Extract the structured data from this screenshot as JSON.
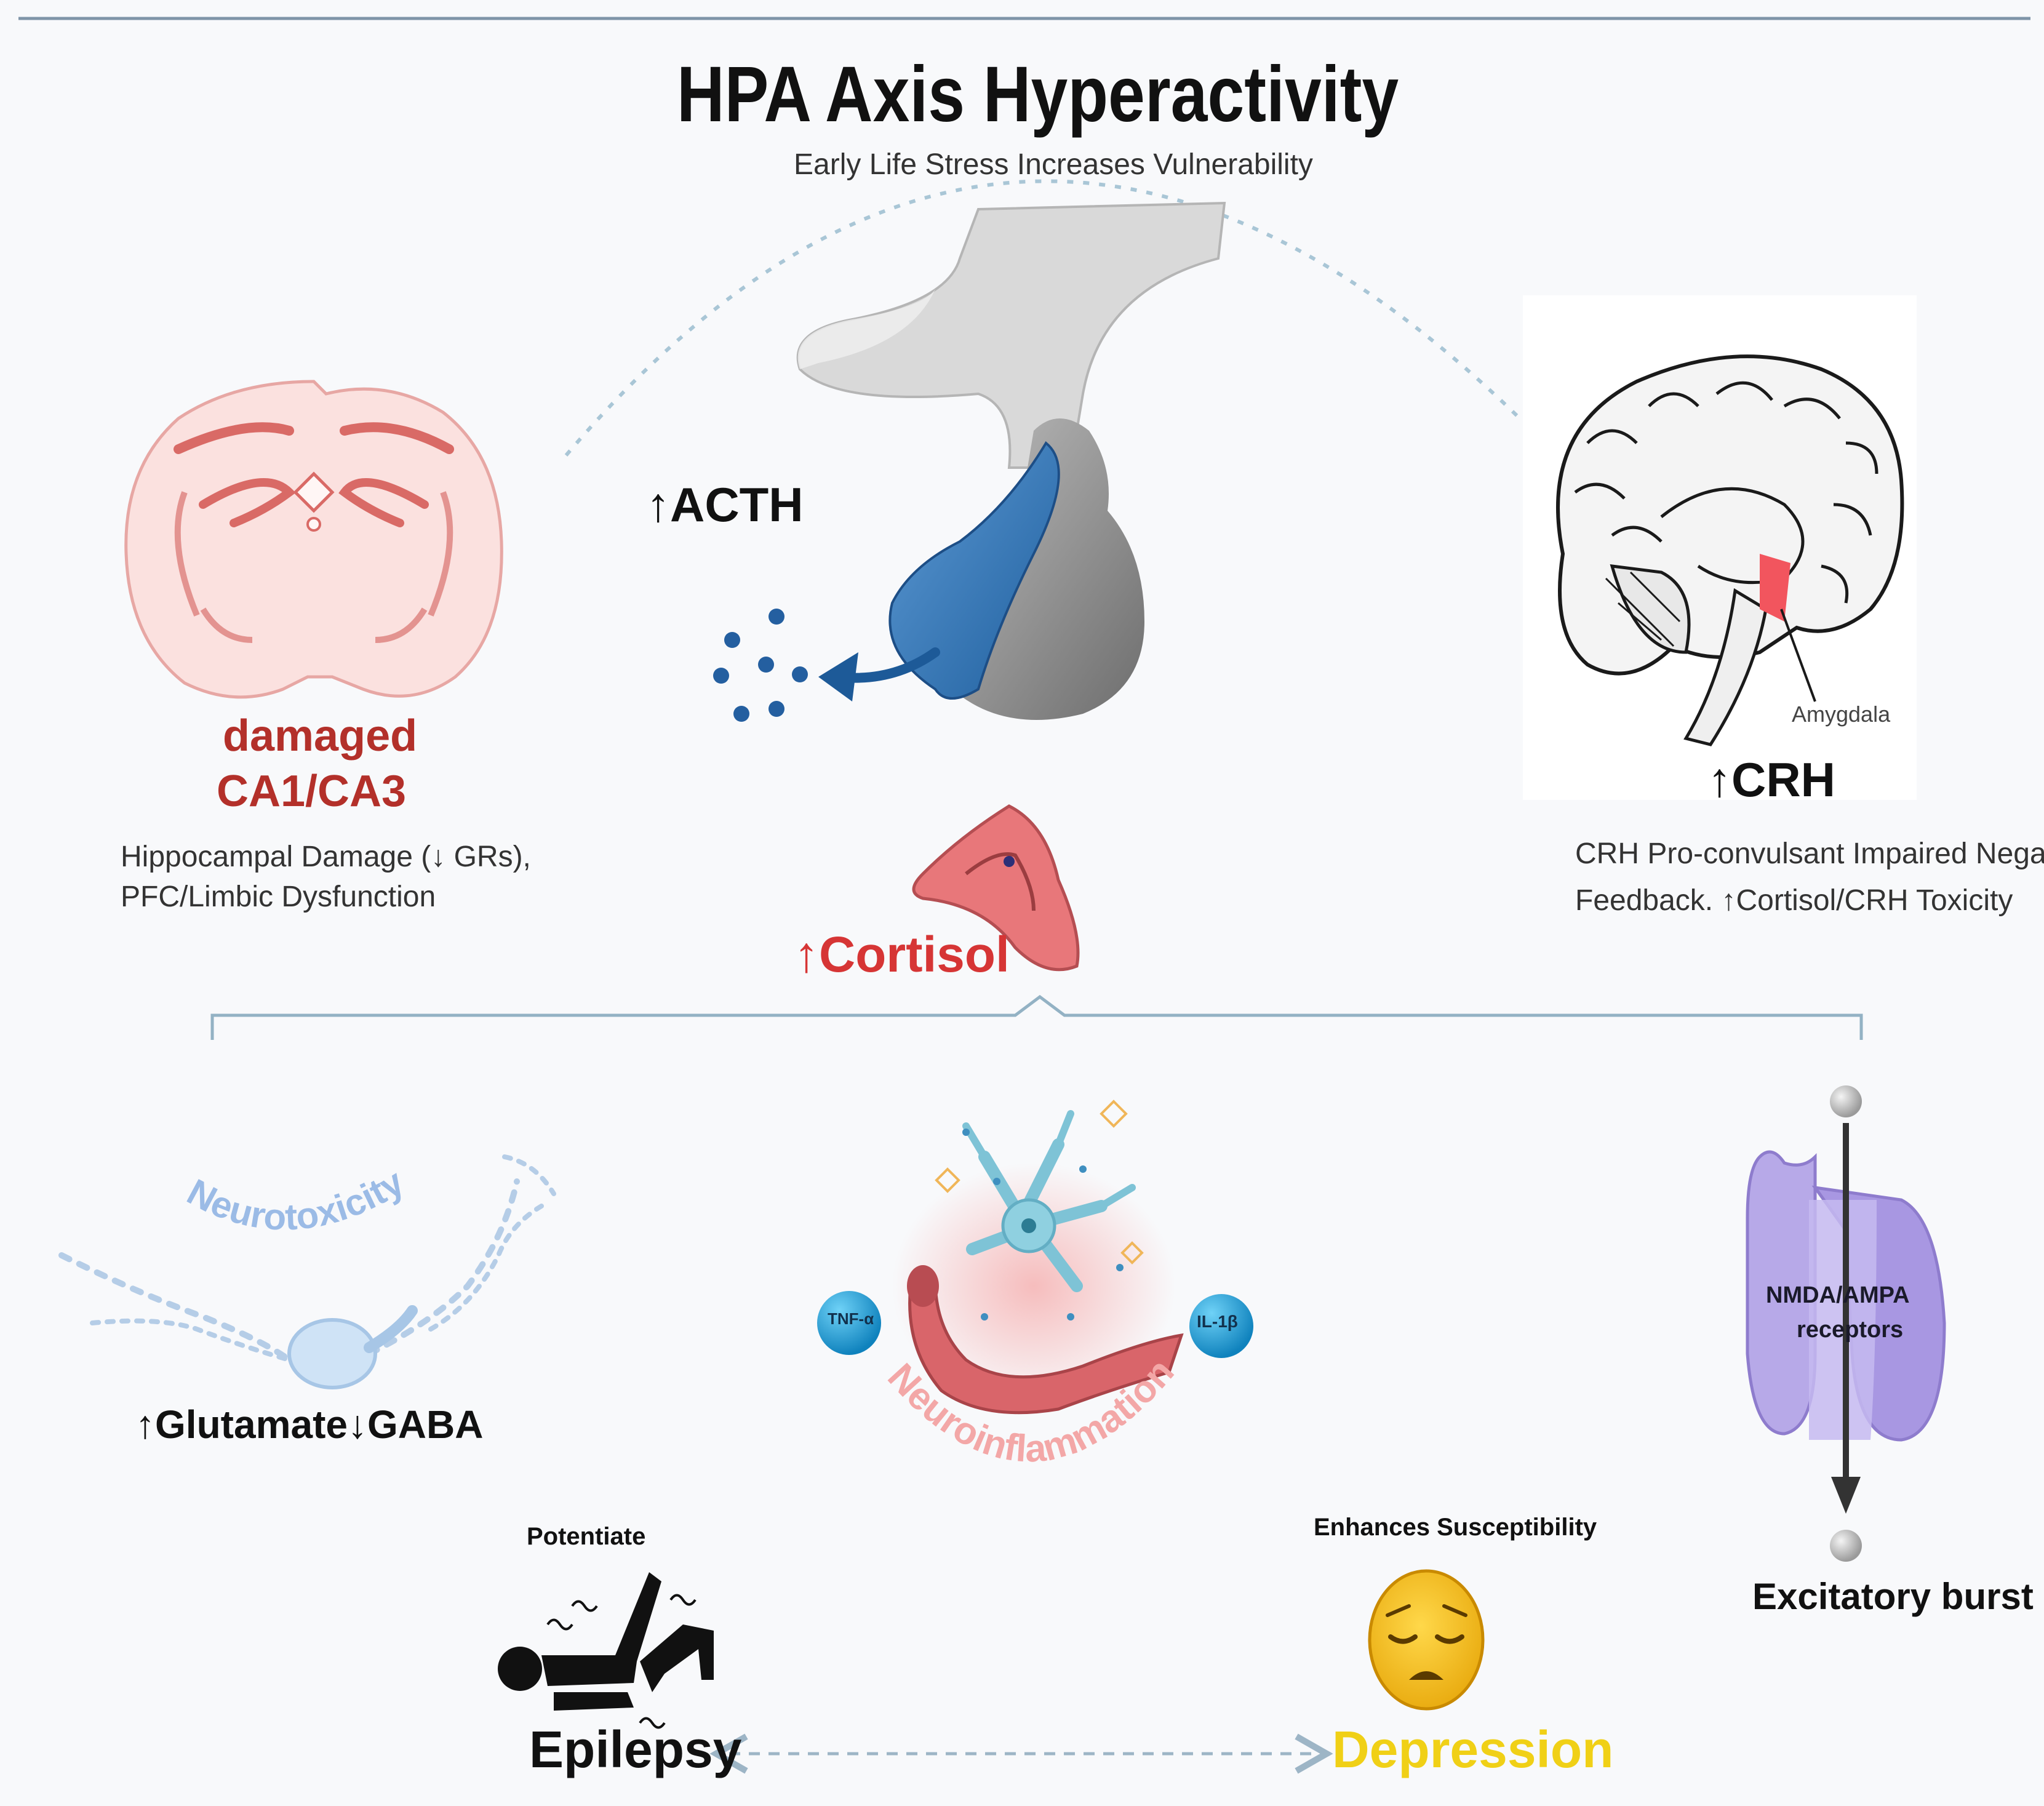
{
  "title": "HPA Axis Hyperactivity",
  "subtitle": "Early Life Stress Increases Vulnerability",
  "pituitary": {
    "label": "↑ACTH"
  },
  "brain_right": {
    "label": "↑CRH",
    "structure": "Amygdala",
    "description": [
      "CRH Pro-convulsant Impaired Negative",
      "Feedback. ↑Cortisol/CRH Toxicity"
    ]
  },
  "brain_left": {
    "label_lines": [
      "damaged",
      "CA1/CA3"
    ],
    "description": [
      "Hippocampal Damage (↓ GRs),",
      "PFC/Limbic Dysfunction"
    ]
  },
  "adrenal": {
    "label": "↑Cortisol"
  },
  "neurotoxicity": {
    "title": "Neurotoxicity",
    "glutamate": "↑Glutamate",
    "gaba": "↓GABA"
  },
  "neuroinflammation": {
    "title": "Neuroinflammation",
    "cytokine_left": "TNF-α",
    "cytokine_right": "IL-1β"
  },
  "receptor": {
    "label_lines": [
      "NMDA/AMPA",
      "receptors"
    ],
    "output": "Excitatory burst"
  },
  "outcomes": {
    "epilepsy": {
      "caption": "Potentiate",
      "label": "Epilepsy"
    },
    "depression": {
      "caption": "Enhances Susceptibility",
      "label": "Depression"
    }
  },
  "colors": {
    "title": "#111111",
    "damaged_red": "#b3302a",
    "cortisol_red": "#d63535",
    "depression_yellow": "#f0d016",
    "connector": "#93b2c4",
    "neurotoxicity_blue": "#9bbbe6",
    "neuroinflammation_pink": "#f3a7a7",
    "receptor_purple": "#b6a8e6",
    "cytokine_blue": "#1aa0dc"
  }
}
